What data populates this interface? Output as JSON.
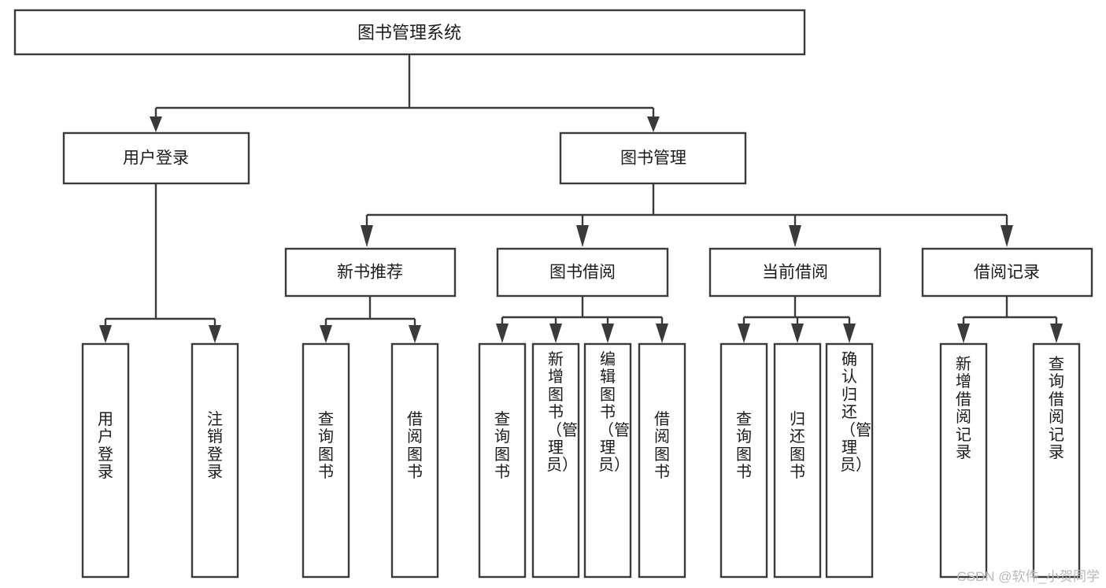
{
  "diagram": {
    "title": "图书管理系统",
    "type": "tree-hierarchy",
    "watermark": "CSDN @软件_小贺同学",
    "colors": {
      "stroke": "#3a3a3a",
      "box_fill": "#ffffff",
      "text": "#1b1b1b",
      "background": "#ffffff",
      "watermark": "#b9b9b9"
    },
    "root": {
      "id": "root",
      "label": "图书管理系统"
    },
    "level1": [
      {
        "id": "user-login",
        "label": "用户登录"
      },
      {
        "id": "book-management",
        "label": "图书管理"
      }
    ],
    "level2": [
      {
        "id": "new-book-recommend",
        "label": "新书推荐",
        "parent": "book-management"
      },
      {
        "id": "book-borrow",
        "label": "图书借阅",
        "parent": "book-management"
      },
      {
        "id": "current-borrow",
        "label": "当前借阅",
        "parent": "book-management"
      },
      {
        "id": "borrow-record",
        "label": "借阅记录",
        "parent": "book-management"
      }
    ],
    "leaves": {
      "user-login": [
        {
          "id": "leaf-user-login",
          "label": "用户登录"
        },
        {
          "id": "leaf-user-logout",
          "label": "注销登录"
        }
      ],
      "new-book-recommend": [
        {
          "id": "leaf-query-book-1",
          "label": "查询图书"
        },
        {
          "id": "leaf-borrow-book-1",
          "label": "借阅图书"
        }
      ],
      "book-borrow": [
        {
          "id": "leaf-query-book-2",
          "label": "查询图书"
        },
        {
          "id": "leaf-add-book",
          "label": "新增图书（管理员）"
        },
        {
          "id": "leaf-edit-book",
          "label": "编辑图书（管理员）"
        },
        {
          "id": "leaf-borrow-book-2",
          "label": "借阅图书"
        }
      ],
      "current-borrow": [
        {
          "id": "leaf-query-book-3",
          "label": "查询图书"
        },
        {
          "id": "leaf-return-book",
          "label": "归还图书"
        },
        {
          "id": "leaf-confirm-return",
          "label": "确认归还（管理员）"
        }
      ],
      "borrow-record": [
        {
          "id": "leaf-add-record",
          "label": "新增借阅记录"
        },
        {
          "id": "leaf-query-record",
          "label": "查询借阅记录"
        }
      ]
    }
  }
}
